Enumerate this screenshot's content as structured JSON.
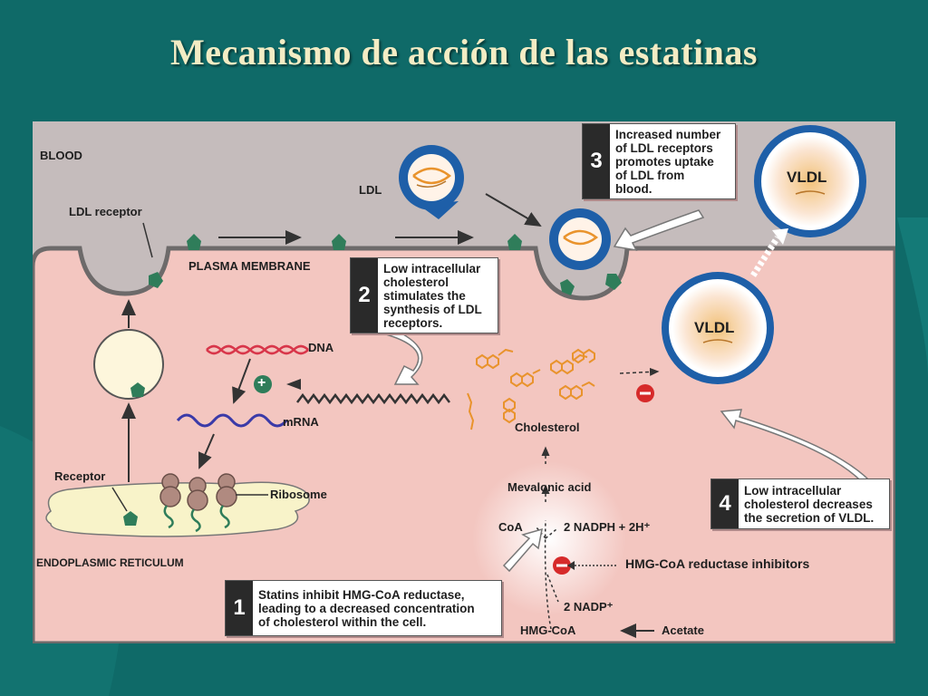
{
  "slide": {
    "title": "Mecanismo de acción de las estatinas"
  },
  "diagram": {
    "labels": {
      "blood": "BLOOD",
      "ldl": "LDL",
      "ldl_receptor": "LDL receptor",
      "plasma_membrane": "PLASMA MEMBRANE",
      "dna": "DNA",
      "mrna": "mRNA",
      "receptor": "Receptor",
      "ribosome": "Ribosome",
      "endoplasmic_reticulum": "ENDOPLASMIC RETICULUM",
      "cholesterol": "Cholesterol",
      "mevalonic_acid": "Mevalonic acid",
      "coa": "CoA",
      "nadph": "2 NADPH + 2H⁺",
      "nadp": "2 NADP⁺",
      "hmg_coa": "HMG-CoA",
      "acetate": "Acetate",
      "hmg_inhibitors": "HMG-CoA reductase inhibitors",
      "vldl_top": "VLDL",
      "vldl_mid": "VLDL",
      "plus": "+",
      "minus": "−"
    },
    "callouts": [
      {
        "number": "1",
        "text": "Statins inhibit HMG-CoA reductase,\nleading to a decreased concentration\nof cholesterol within the cell."
      },
      {
        "number": "2",
        "text": "Low intracellular\ncholesterol\nstimulates the\nsynthesis of LDL\nreceptors."
      },
      {
        "number": "3",
        "text": "Increased number\nof LDL receptors\npromotes uptake\nof LDL from\nblood."
      },
      {
        "number": "4",
        "text": "Low intracellular\ncholesterol decreases\nthe secretion of VLDL."
      }
    ],
    "colors": {
      "blood": "#c5bcbc",
      "cell": "#f3c6c0",
      "membrane": "#6d6a6a",
      "receptor": "#2f7d5a",
      "ldl_ring": "#1e5fa8",
      "dna": "#d8364a",
      "mrna": "#3a3aa8",
      "inhibit": "#d62a2a",
      "cholesterol": "#e9932c"
    }
  }
}
